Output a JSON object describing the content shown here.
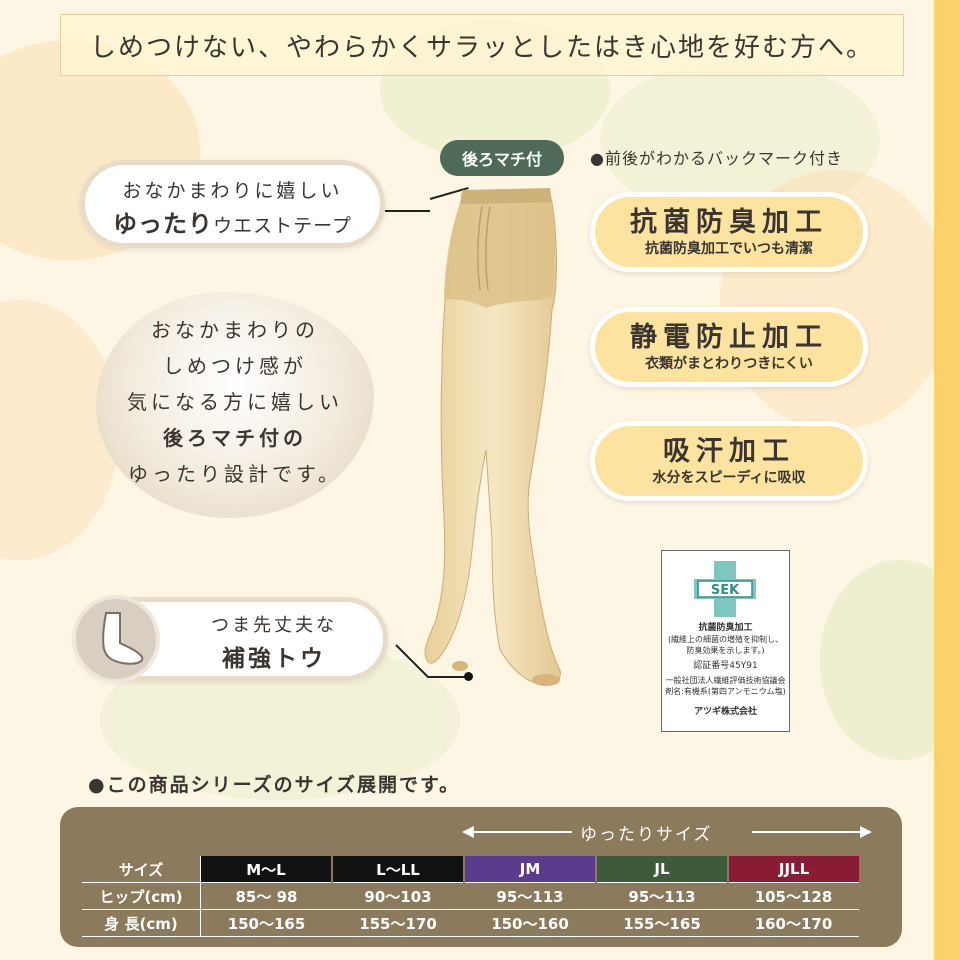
{
  "header": {
    "text": "しめつけない、やわらかくサラッとしたはき心地を好む方へ。"
  },
  "waist_callout": {
    "line1": "おなかまわりに嬉しい",
    "line2_bold": "ゆったり",
    "line2_rest": "ウエストテープ"
  },
  "gusset_tag": "後ろマチ付",
  "back_mark": "●前後がわかるバックマーク付き",
  "blob_text": {
    "line1": "おなかまわりの",
    "line2": "しめつけ感が",
    "line3": "気になる方に嬉しい",
    "line4": "後ろマチ付の",
    "line5": "ゆったり設計です。"
  },
  "toe_callout": {
    "line1": "つま先丈夫な",
    "line2": "補強トウ"
  },
  "features": [
    {
      "title": "抗菌防臭加工",
      "sub": "抗菌防臭加工でいつも清潔"
    },
    {
      "title": "静電防止加工",
      "sub": "衣類がまとわりつきにくい"
    },
    {
      "title": "吸汗加工",
      "sub": "水分をスピーディに吸収"
    }
  ],
  "sek": {
    "logo": "SEK",
    "l1": "抗菌防臭加工",
    "l2": "(繊維上の細菌の増殖を抑制し、",
    "l3": "防臭効果を示します。)",
    "l4": "認証番号45Y91",
    "l5": "一般社団法人繊維評価技術協議会",
    "l6": "剤名:有機系(第四アンモニウム塩)",
    "l7": "アツギ株式会社"
  },
  "size_section": {
    "title": "●この商品シリーズのサイズ展開です。",
    "yuttari_label": "ゆったりサイズ",
    "row_labels": [
      "サイズ",
      "ヒップ(cm)",
      "身 長(cm)"
    ],
    "columns": [
      {
        "size": "M〜L",
        "hip": "85〜 98",
        "height": "150〜165",
        "color": "#111111"
      },
      {
        "size": "L〜LL",
        "hip": "90〜103",
        "height": "155〜170",
        "color": "#111111"
      },
      {
        "size": "JM",
        "hip": "95〜113",
        "height": "150〜160",
        "color": "#5b3b8c"
      },
      {
        "size": "JL",
        "hip": "95〜113",
        "height": "155〜165",
        "color": "#3f5a3a"
      },
      {
        "size": "JJLL",
        "hip": "105〜128",
        "height": "160〜170",
        "color": "#8a1b35"
      }
    ]
  }
}
